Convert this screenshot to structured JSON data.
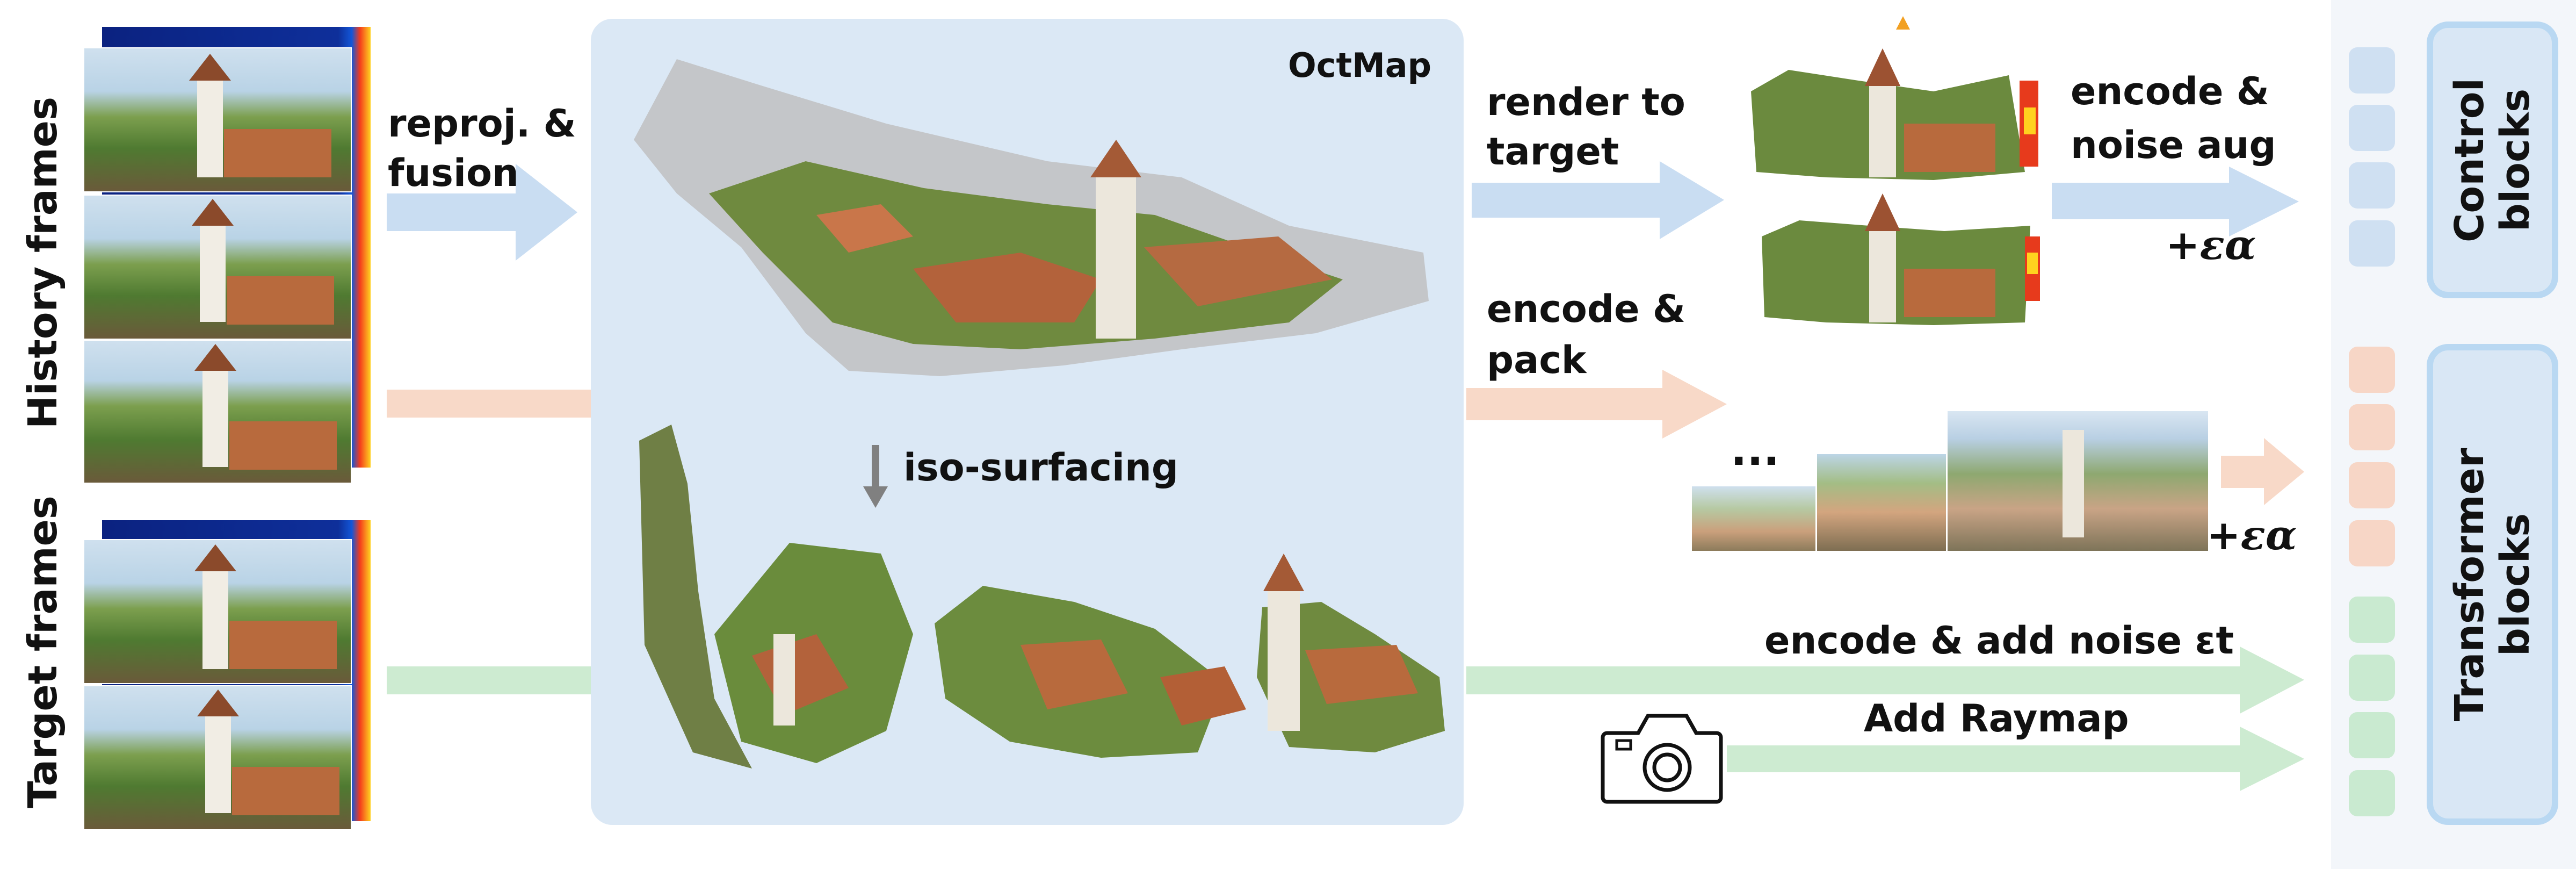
{
  "colors": {
    "blue_arrow": "#c9ddf2",
    "orange_arrow": "#f8d9c8",
    "green_arrow": "#cdebd1",
    "panel": "#dbe8f5",
    "token_blue": "#cfe0f2",
    "token_orange": "#f7d6c6",
    "token_green": "#c9ead0",
    "block_border": "#b9d8f2",
    "down_arrow": "#808080"
  },
  "left": {
    "history_label": "History frames",
    "target_label": "Target frames"
  },
  "arrows": {
    "reproj_line1": "reproj. &",
    "reproj_line2": "fusion",
    "render_line1": "render to",
    "render_line2": "target",
    "encode_pack_line1": "encode &",
    "encode_pack_line2": "pack",
    "encode_noise_line1": "encode &",
    "encode_noise_line2": "noise aug",
    "noise_alpha_top": "+εα",
    "noise_alpha_bottom": "+εα",
    "add_noise": "encode & add noise εt",
    "add_raymap": "Add Raymap",
    "ellipsis": "...",
    "iso_surfacing": "iso-surfacing"
  },
  "octmap": {
    "title": "OctMap"
  },
  "icons": {
    "camera": "camera-icon",
    "down_arrow": "arrow-down-icon"
  },
  "blocks": {
    "control_line1": "Control",
    "control_line2": "blocks",
    "transformer_line1": "Transformer",
    "transformer_line2": "blocks"
  }
}
